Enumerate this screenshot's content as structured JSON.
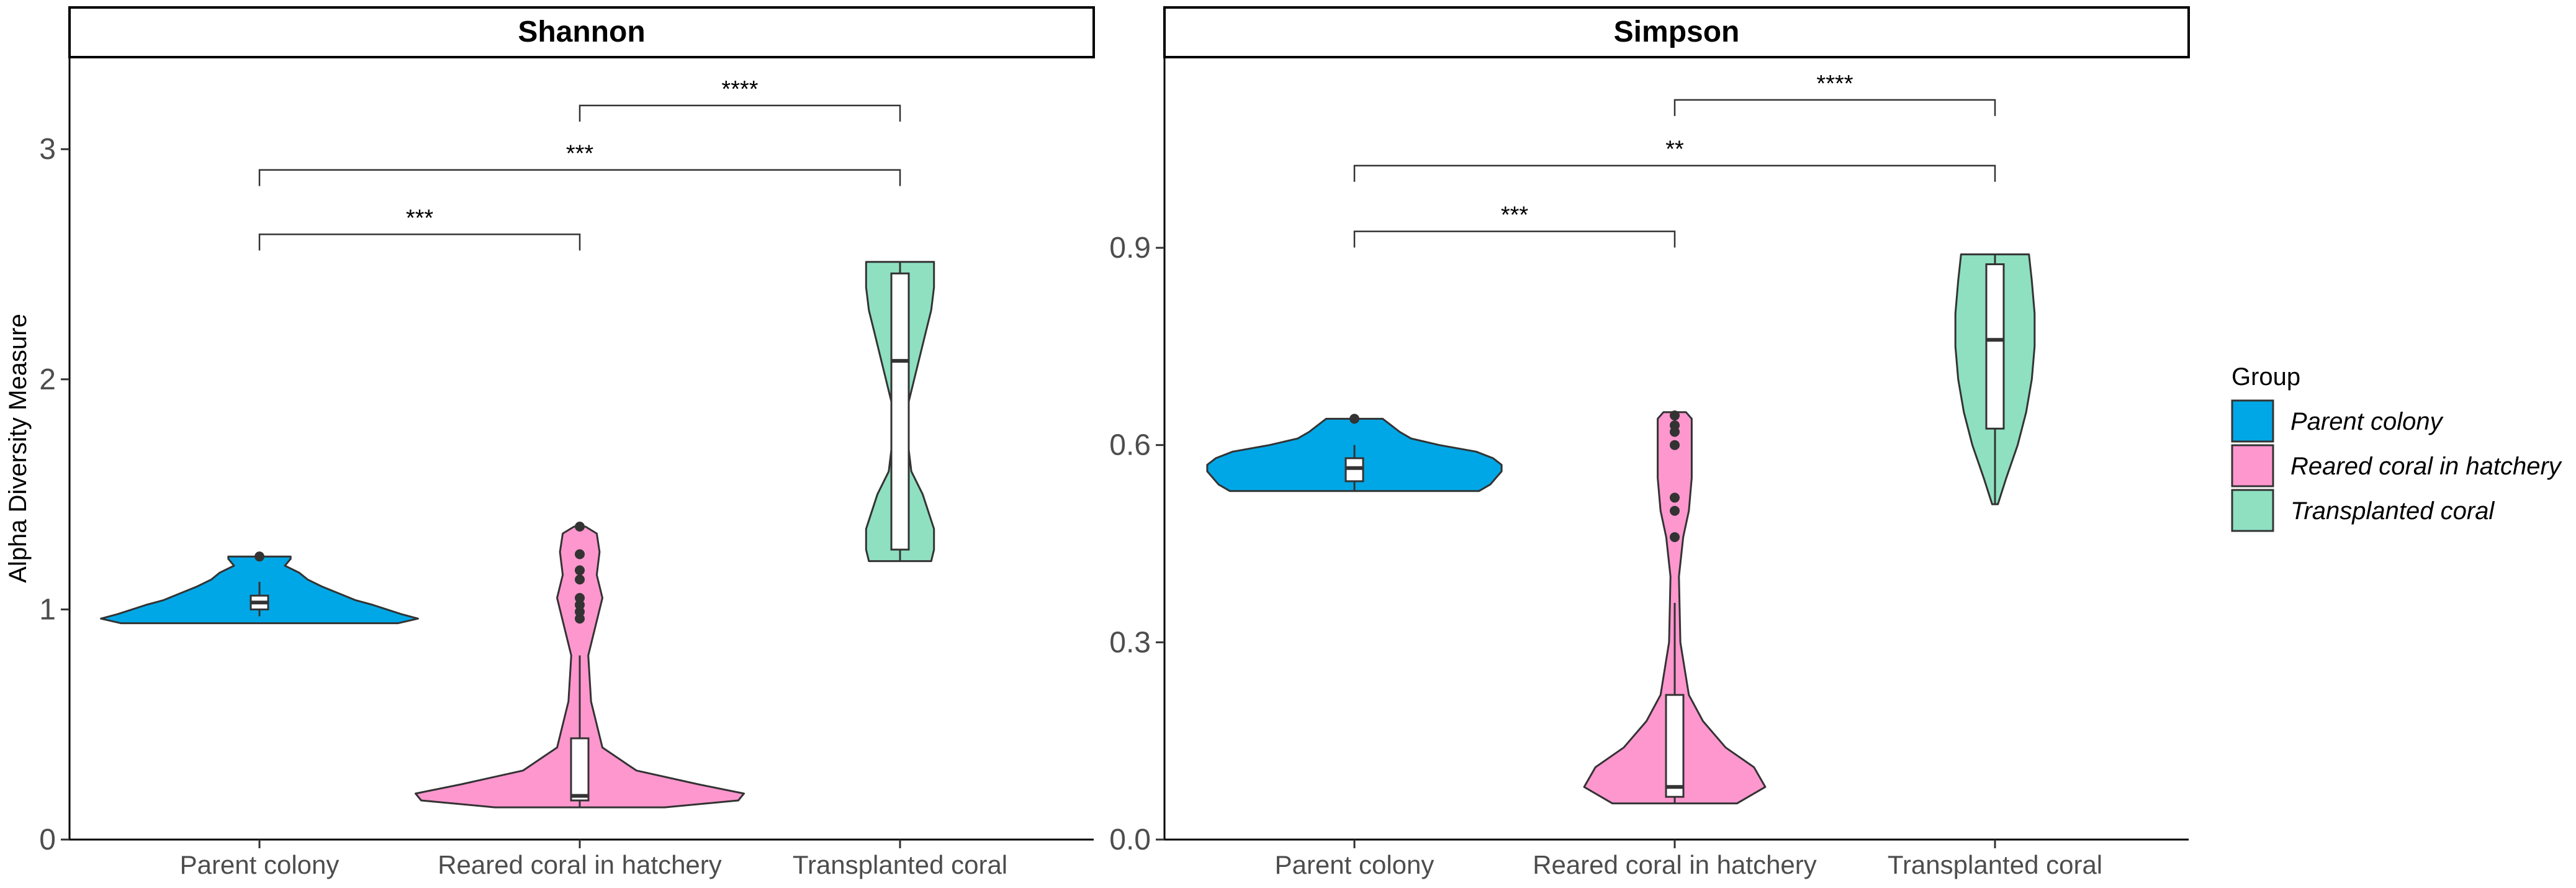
{
  "chart_data": {
    "type": "violin",
    "ylabel": "Alpha Diversity Measure",
    "categories": [
      "Parent colony",
      "Reared coral in hatchery",
      "Transplanted coral"
    ],
    "legend": {
      "title": "Group",
      "placement": "right",
      "items": [
        {
          "label": "Parent colony",
          "color": "#00a7e6"
        },
        {
          "label": "Reared coral in hatchery",
          "color": "#ff97cf"
        },
        {
          "label": "Transplanted coral",
          "color": "#8ee0c1"
        }
      ]
    },
    "panels": [
      {
        "title": "Shannon",
        "ylim": [
          0,
          3.4
        ],
        "yticks": [
          0,
          1,
          2,
          3
        ],
        "ytick_labels": [
          "0",
          "1",
          "2",
          "3"
        ],
        "groups": [
          {
            "name": "Parent colony",
            "violin_profile": [
              [
                0.94,
                0.49
              ],
              [
                0.96,
                0.56
              ],
              [
                0.98,
                0.5
              ],
              [
                1.0,
                0.45
              ],
              [
                1.02,
                0.4
              ],
              [
                1.04,
                0.34
              ],
              [
                1.07,
                0.28
              ],
              [
                1.1,
                0.22
              ],
              [
                1.13,
                0.17
              ],
              [
                1.16,
                0.14
              ],
              [
                1.19,
                0.09
              ],
              [
                1.22,
                0.11
              ],
              [
                1.23,
                0.11
              ]
            ],
            "box": {
              "q1": 1.0,
              "median": 1.03,
              "q3": 1.06,
              "whisker_low": 0.97,
              "whisker_high": 1.12
            },
            "outliers": [
              1.23
            ]
          },
          {
            "name": "Reared coral in hatchery",
            "violin_profile": [
              [
                0.14,
                0.3
              ],
              [
                0.17,
                0.56
              ],
              [
                0.2,
                0.58
              ],
              [
                0.24,
                0.42
              ],
              [
                0.3,
                0.2
              ],
              [
                0.4,
                0.08
              ],
              [
                0.6,
                0.04
              ],
              [
                0.8,
                0.03
              ],
              [
                0.95,
                0.06
              ],
              [
                1.05,
                0.08
              ],
              [
                1.15,
                0.06
              ],
              [
                1.25,
                0.07
              ],
              [
                1.33,
                0.06
              ],
              [
                1.36,
                0.02
              ]
            ],
            "box": {
              "q1": 0.17,
              "median": 0.19,
              "q3": 0.44,
              "whisker_low": 0.14,
              "whisker_high": 0.8
            },
            "outliers": [
              0.96,
              0.99,
              1.02,
              1.05,
              1.13,
              1.17,
              1.24,
              1.36
            ]
          },
          {
            "name": "Transplanted coral",
            "violin_profile": [
              [
                1.21,
                0.11
              ],
              [
                1.26,
                0.12
              ],
              [
                1.35,
                0.12
              ],
              [
                1.5,
                0.08
              ],
              [
                1.6,
                0.04
              ],
              [
                1.7,
                0.03
              ],
              [
                1.8,
                0.02
              ],
              [
                1.9,
                0.03
              ],
              [
                2.0,
                0.05
              ],
              [
                2.1,
                0.07
              ],
              [
                2.2,
                0.09
              ],
              [
                2.3,
                0.11
              ],
              [
                2.4,
                0.12
              ],
              [
                2.51,
                0.12
              ]
            ],
            "box": {
              "q1": 1.26,
              "median": 2.08,
              "q3": 2.46,
              "whisker_low": 1.21,
              "whisker_high": 2.51
            },
            "outliers": []
          }
        ],
        "significance": [
          {
            "from": 0,
            "to": 1,
            "label": "***",
            "y": 2.63
          },
          {
            "from": 0,
            "to": 2,
            "label": "***",
            "y": 2.91
          },
          {
            "from": 1,
            "to": 2,
            "label": "****",
            "y": 3.19
          }
        ]
      },
      {
        "title": "Simpson",
        "ylim": [
          0,
          1.19
        ],
        "yticks": [
          0,
          0.3,
          0.6,
          0.9
        ],
        "ytick_labels": [
          "0.0",
          "0.3",
          "0.6",
          "0.9"
        ],
        "groups": [
          {
            "name": "Parent colony",
            "violin_profile": [
              [
                0.53,
                0.44
              ],
              [
                0.54,
                0.48
              ],
              [
                0.55,
                0.5
              ],
              [
                0.56,
                0.52
              ],
              [
                0.57,
                0.52
              ],
              [
                0.58,
                0.49
              ],
              [
                0.59,
                0.43
              ],
              [
                0.6,
                0.3
              ],
              [
                0.61,
                0.2
              ],
              [
                0.62,
                0.16
              ],
              [
                0.63,
                0.13
              ],
              [
                0.64,
                0.1
              ]
            ],
            "box": {
              "q1": 0.545,
              "median": 0.565,
              "q3": 0.58,
              "whisker_low": 0.53,
              "whisker_high": 0.6
            },
            "outliers": [
              0.64
            ]
          },
          {
            "name": "Reared coral in hatchery",
            "violin_profile": [
              [
                0.055,
                0.22
              ],
              [
                0.08,
                0.32
              ],
              [
                0.11,
                0.28
              ],
              [
                0.14,
                0.18
              ],
              [
                0.18,
                0.1
              ],
              [
                0.22,
                0.05
              ],
              [
                0.3,
                0.02
              ],
              [
                0.4,
                0.015
              ],
              [
                0.46,
                0.03
              ],
              [
                0.5,
                0.05
              ],
              [
                0.55,
                0.06
              ],
              [
                0.6,
                0.06
              ],
              [
                0.64,
                0.06
              ],
              [
                0.65,
                0.04
              ]
            ],
            "box": {
              "q1": 0.065,
              "median": 0.08,
              "q3": 0.22,
              "whisker_low": 0.055,
              "whisker_high": 0.36
            },
            "outliers": [
              0.46,
              0.5,
              0.52,
              0.6,
              0.62,
              0.63,
              0.645
            ]
          },
          {
            "name": "Transplanted coral",
            "violin_profile": [
              [
                0.51,
                0.01
              ],
              [
                0.55,
                0.04
              ],
              [
                0.6,
                0.08
              ],
              [
                0.65,
                0.11
              ],
              [
                0.7,
                0.13
              ],
              [
                0.75,
                0.14
              ],
              [
                0.8,
                0.14
              ],
              [
                0.85,
                0.13
              ],
              [
                0.89,
                0.12
              ]
            ],
            "box": {
              "q1": 0.625,
              "median": 0.76,
              "q3": 0.875,
              "whisker_low": 0.51,
              "whisker_high": 0.89
            },
            "outliers": []
          }
        ],
        "significance": [
          {
            "from": 0,
            "to": 1,
            "label": "***",
            "y": 0.925
          },
          {
            "from": 0,
            "to": 2,
            "label": "**",
            "y": 1.025
          },
          {
            "from": 1,
            "to": 2,
            "label": "****",
            "y": 1.125
          }
        ]
      }
    ]
  }
}
